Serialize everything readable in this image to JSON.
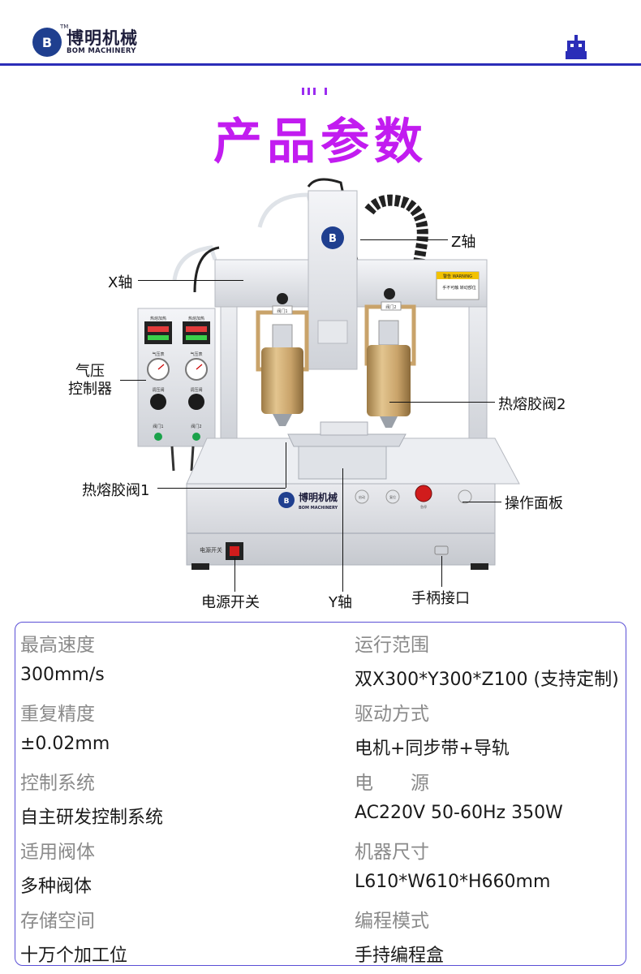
{
  "header": {
    "brand_cn": "博明机械",
    "brand_en": "BOM MACHINERY",
    "tm": "TM",
    "logo_mark": "B",
    "icon": "robot-icon"
  },
  "title": "产品参数",
  "machine": {
    "brand_cn": "博明机械",
    "brand_en": "BOM MACHINERY",
    "warning": "警告 WARNING",
    "warning_sub": "手不可触 转动部位",
    "controller_labels": {
      "temp1": "热熔加热",
      "temp2": "热熔加热",
      "gauge1": "气压表",
      "gauge2": "气压表",
      "valve1": "调压阀",
      "valve2": "调压阀",
      "btn1": "阀门1",
      "btn2": "阀门2"
    },
    "valve_tag1": "阀门1",
    "valve_tag2": "阀门2",
    "panel_btn1": "启动",
    "panel_btn2": "复位",
    "panel_btn3": "急停",
    "power_switch_label": "电源开关"
  },
  "callouts": {
    "z_axis": "Z轴",
    "x_axis": "X轴",
    "air_pressure_controller_line1": "气压",
    "air_pressure_controller_line2": "控制器",
    "hot_melt_valve_2": "热熔胶阀2",
    "hot_melt_valve_1": "热熔胶阀1",
    "operation_panel": "操作面板",
    "power_switch": "电源开关",
    "y_axis": "Y轴",
    "handle_port": "手柄接口"
  },
  "specs": [
    {
      "label": "最高速度",
      "value": "300mm/s"
    },
    {
      "label": "运行范围",
      "value": "双X300*Y300*Z100 (支持定制)"
    },
    {
      "label": "重复精度",
      "value": "±0.02mm"
    },
    {
      "label": "驱动方式",
      "value": "电机+同步带+导轨"
    },
    {
      "label": "控制系统",
      "value": "自主研发控制系统"
    },
    {
      "label": "电　　源",
      "value": "AC220V 50-60Hz 350W"
    },
    {
      "label": "适用阀体",
      "value": "多种阀体"
    },
    {
      "label": "机器尺寸",
      "value": "L610*W610*H660mm"
    },
    {
      "label": "存储空间",
      "value": "十万个加工位"
    },
    {
      "label": "编程模式",
      "value": "手持编程盒"
    }
  ],
  "colors": {
    "accent_purple": "#c21cf0",
    "header_blue": "#2b2db8",
    "spec_border": "#5a4fd6",
    "brand_navy": "#1f3f8f",
    "valve_gold": "#c9a36a",
    "estop_red": "#d11c1c"
  }
}
